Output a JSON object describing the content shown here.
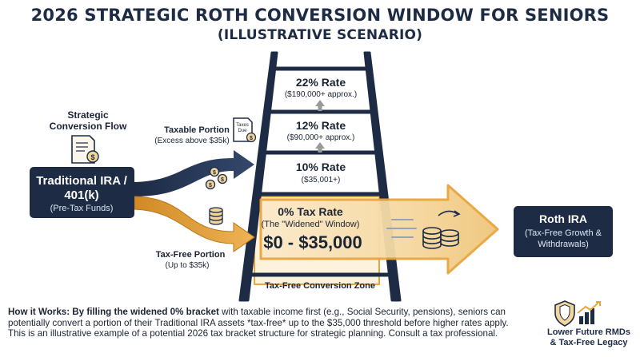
{
  "title": {
    "line1": "2026 STRATEGIC ROTH CONVERSION WINDOW FOR SENIORS",
    "line2": "(ILLUSTRATIVE SCENARIO)"
  },
  "flow": {
    "heading_line1": "Strategic",
    "heading_line2": "Conversion Flow"
  },
  "source": {
    "title_line1": "Traditional IRA /",
    "title_line2": "401(k)",
    "subtitle": "(Pre-Tax Funds)"
  },
  "taxable": {
    "label": "Taxable Portion",
    "sub": "(Excess above $35k)",
    "doc_line1": "Taxes",
    "doc_line2": "Due"
  },
  "taxfree": {
    "label": "Tax-Free Portion",
    "sub": "(Up to $35k)"
  },
  "brackets": [
    {
      "rate": "22% Rate",
      "range": "($190,000+ approx.)"
    },
    {
      "rate": "12% Rate",
      "range": "($90,000+ approx.)"
    },
    {
      "rate": "10% Rate",
      "range": "($35,001+)"
    }
  ],
  "zero_bracket": {
    "rate": "0% Tax Rate",
    "window": "(The \"Widened\" Window)",
    "amount": "$0 - $35,000"
  },
  "zone_label": "Tax-Free Conversion Zone",
  "roth": {
    "title": "Roth IRA",
    "sub_line1": "(Tax-Free Growth &",
    "sub_line2": "Withdrawals)"
  },
  "footer": {
    "lead": "How it Works: By filling the widened 0% bracket",
    "line1_rest": " with taxable income first (e.g., Social Security, pensions), seniors can",
    "line2": "potentially convert a portion of their Traditional IRA assets *tax-free* up to the $35,000 threshold before higher rates apply.",
    "line3": "This is an illustrative example of a potential 2026 tax bracket structure for strategic planning. Consult a tax professional."
  },
  "legacy": {
    "line1": "Lower Future RMDs",
    "line2": "& Tax-Free Legacy"
  },
  "colors": {
    "navy": "#1d2b45",
    "gold": "#e8a53d",
    "gold_light": "#f7e3b8",
    "zone": "#fdf2dc"
  }
}
